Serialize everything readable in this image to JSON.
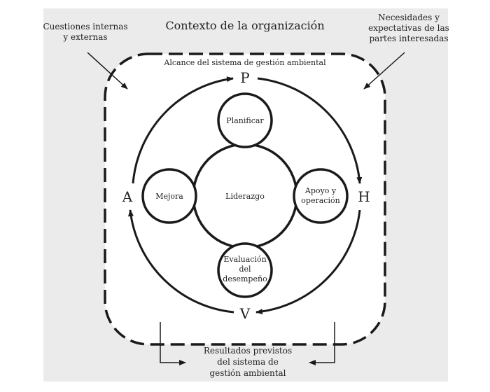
{
  "title": "Contexto de la organización",
  "left_input": [
    "Cuestiones internas",
    "y externas"
  ],
  "right_input": [
    "Necesidades y",
    "expectativas de las",
    "partes interesadas"
  ],
  "scope": "Alcance del sistema de gestión ambiental",
  "pdca": {
    "P": "P",
    "H": "H",
    "V": "V",
    "A": "A"
  },
  "center": "Liderazgo",
  "planificar": "Planificar",
  "apoyo": [
    "Apoyo y",
    "operación"
  ],
  "evaluacion": [
    "Evaluación",
    "del",
    "desempeño"
  ],
  "mejora": "Mejora",
  "outcome": [
    "Resultados previstos",
    "del sistema de",
    "gestión ambiental"
  ],
  "colors": {
    "panel": "#ebebeb",
    "ink": "#1a1a1a",
    "inner": "#ffffff"
  }
}
